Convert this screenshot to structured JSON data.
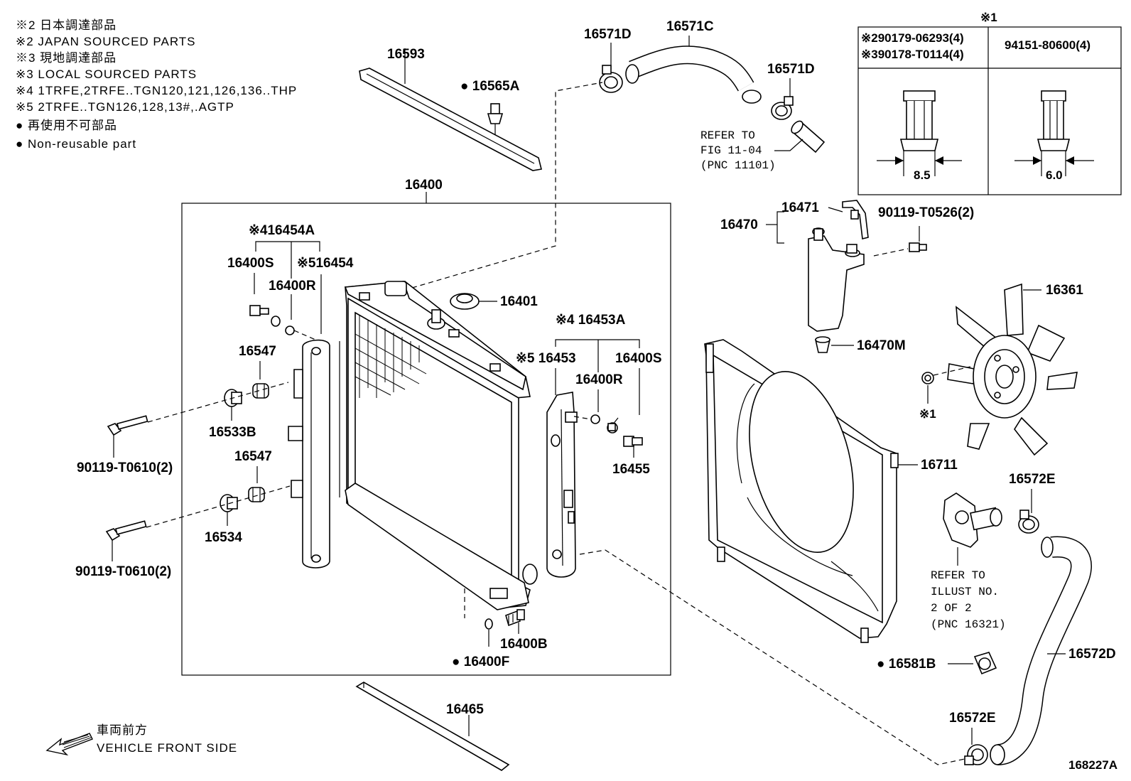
{
  "legend": {
    "lines": [
      "※2 日本調達部品",
      "※2 JAPAN SOURCED PARTS",
      "※3 現地調達部品",
      "※3 LOCAL SOURCED PARTS",
      "※4 1TRFE,2TRFE..TGN120,121,126,136..THP",
      "※5 2TRFE..TGN126,128,13#,.AGTP",
      "● 再使用不可部品",
      "● Non-reusable part"
    ]
  },
  "inset": {
    "top_mark": "※1",
    "left_header_1": "※290179-06293(4)",
    "left_header_2": "※390178-T0114(4)",
    "right_header": "94151-80600(4)",
    "left_dim": "8.5",
    "right_dim": "6.0"
  },
  "labels": {
    "p16593": "16593",
    "p16565A": "● 16565A",
    "p16571D_a": "16571D",
    "p16571C": "16571C",
    "p16571D_b": "16571D",
    "refer1_line1": "REFER TO",
    "refer1_line2": "FIG 11-04",
    "refer1_line3": "(PNC 11101)",
    "p16400": "16400",
    "p16454A": "※416454A",
    "p16400S_a": "16400S",
    "p16454": "※516454",
    "p16400R_a": "16400R",
    "p16401": "16401",
    "p16547_a": "16547",
    "p16533B": "16533B",
    "p90119_a": "90119-T0610(2)",
    "p16547_b": "16547",
    "p16534": "16534",
    "p90119_b": "90119-T0610(2)",
    "p16453A": "※4 16453A",
    "p16453": "※5 16453",
    "p16400S_b": "16400S",
    "p16400R_b": "16400R",
    "p16455": "16455",
    "p16400B": "16400B",
    "p16400F": "● 16400F",
    "p16465": "16465",
    "p16470": "16470",
    "p16471": "16471",
    "p90119_c": "90119-T0526(2)",
    "p16470M": "16470M",
    "p16361": "16361",
    "mark1": "※1",
    "p16711": "16711",
    "p16572E_a": "16572E",
    "refer2_line1": "REFER TO",
    "refer2_line2": "ILLUST NO.",
    "refer2_line3": "2 OF 2",
    "refer2_line4": "(PNC 16321)",
    "p16572D": "16572D",
    "p16581B": "● 16581B",
    "p16572E_b": "16572E"
  },
  "footer": {
    "front_jp": "車両前方",
    "front_en": "VEHICLE FRONT SIDE",
    "figure_code": "168227A"
  }
}
